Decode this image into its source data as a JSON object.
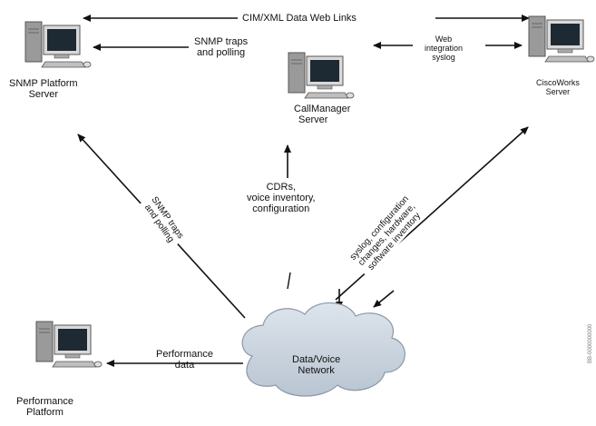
{
  "diagram": {
    "top_link_label": "CIM/XML Data Web Links",
    "nodes": {
      "snmp_server": {
        "label_lines": [
          "SNMP Platform",
          "Server"
        ],
        "icon": "computer-icon"
      },
      "callmanager": {
        "label_lines": [
          "CallManager",
          "Server"
        ],
        "icon": "computer-icon"
      },
      "ciscoworks": {
        "label_lines": [
          "CiscoWorks",
          "Server"
        ],
        "icon": "computer-icon"
      },
      "performance": {
        "label_lines": [
          "Performance",
          "Platform"
        ],
        "icon": "computer-icon"
      },
      "network": {
        "label_lines": [
          "Data/Voice",
          "Network"
        ],
        "icon": "cloud-icon"
      }
    },
    "edge_labels": {
      "snmp_traps_top": [
        "SNMP traps",
        "and polling"
      ],
      "web_syslog": [
        "Web",
        "integration",
        "syslog"
      ],
      "cdrs": [
        "CDRs,",
        "voice inventory,",
        "configuration"
      ],
      "snmp_traps_diag": [
        "SNMP traps",
        "and polling"
      ],
      "syslog_diag": [
        "syslog, configuration",
        "changes, hardware,",
        "software inventory"
      ],
      "performance_data": [
        "Performance",
        "data"
      ]
    },
    "watermark": "BB-0000000000",
    "colors": {
      "ink": "#111111",
      "screen": "#1e2a33",
      "case": "#9a9a9a",
      "cloud": "#cfd8e2"
    }
  }
}
